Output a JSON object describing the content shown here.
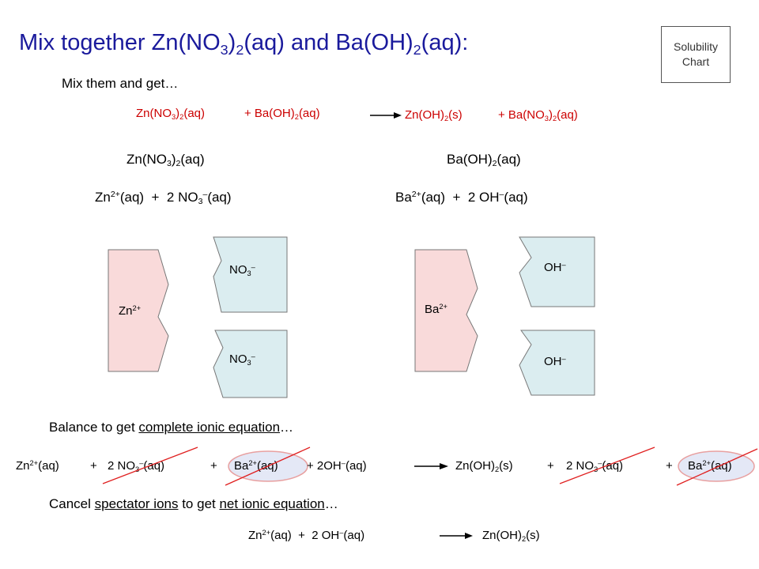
{
  "title": {
    "prefix": "Mix together Zn(NO",
    "sub1": "3",
    "mid1": ")",
    "sub2": "2",
    "mid2": "(aq) and Ba(OH)",
    "sub3": "2",
    "suffix": "(aq):"
  },
  "solubility_button": {
    "line1": "Solubility",
    "line2": "Chart"
  },
  "mix_text": "Mix them and get…",
  "reaction": {
    "r1a": "Zn(NO",
    "r1s1": "3",
    "r1b": ")",
    "r1s2": "2",
    "r1c": "(aq)",
    "r2a": "+ Ba(OH)",
    "r2s": "2",
    "r2b": "(aq)",
    "p1a": "Zn(OH)",
    "p1s": "2",
    "p1b": "(s)",
    "p2a": "+ Ba(NO",
    "p2s1": "3",
    "p2b": ")",
    "p2s2": "2",
    "p2c": "(aq)"
  },
  "left_compound": {
    "a": "Zn(NO",
    "s1": "3",
    "b": ")",
    "s2": "2",
    "c": "(aq)"
  },
  "right_compound": {
    "a": "Ba(OH)",
    "s": "2",
    "b": "(aq)"
  },
  "left_ions": {
    "a": "Zn",
    "sup1": "2+",
    "b": "(aq)  +  2 NO",
    "sub": "3",
    "sup2": "–",
    "c": "(aq)"
  },
  "right_ions": {
    "a": "Ba",
    "sup1": "2+",
    "b": "(aq)  +  2 OH",
    "sup2": "–",
    "c": "(aq)"
  },
  "pieces": {
    "zn": {
      "a": "Zn",
      "sup": "2+"
    },
    "no3": {
      "a": "NO",
      "sub": "3",
      "sup": "–"
    },
    "ba": {
      "a": "Ba",
      "sup": "2+"
    },
    "oh": {
      "a": "OH",
      "sup": "–"
    }
  },
  "balance_text": {
    "a": "Balance to get ",
    "u": "complete ionic equation",
    "b": "…"
  },
  "complete_eq": {
    "t1a": "Zn",
    "t1sup": "2+",
    "t1b": "(aq)",
    "plus": "+",
    "t2a": "2 NO",
    "t2sub": "3",
    "t2sup": "–",
    "t2b": "(aq)",
    "t3a": "Ba",
    "t3sup": "2+",
    "t3b": "(aq)",
    "t4a": "+ 2OH",
    "t4sup": "–",
    "t4b": "(aq)",
    "t5a": "Zn(OH)",
    "t5sub": "2",
    "t5b": "(s)",
    "t6a": "2 NO",
    "t6sub": "3",
    "t6sup": "–",
    "t6b": "(aq)",
    "t7a": "Ba",
    "t7sup": "2+",
    "t7b": "(aq)"
  },
  "cancel_text": {
    "a": "Cancel ",
    "u1": "spectator ions",
    "b": " to get ",
    "u2": "net ionic equation",
    "c": "…"
  },
  "net_eq": {
    "a": "Zn",
    "sup1": "2+",
    "b": "(aq)  +  2 OH",
    "sup2": "–",
    "c": "(aq)",
    "p1": "Zn(OH)",
    "psub": "2",
    "p2": "(s)"
  },
  "colors": {
    "title": "#1a1a9c",
    "reaction": "#cc0000",
    "cation_fill": "#f9dada",
    "anion_fill": "#dbedf0",
    "cross": "#e02020",
    "oval": "#e8a0a0"
  }
}
